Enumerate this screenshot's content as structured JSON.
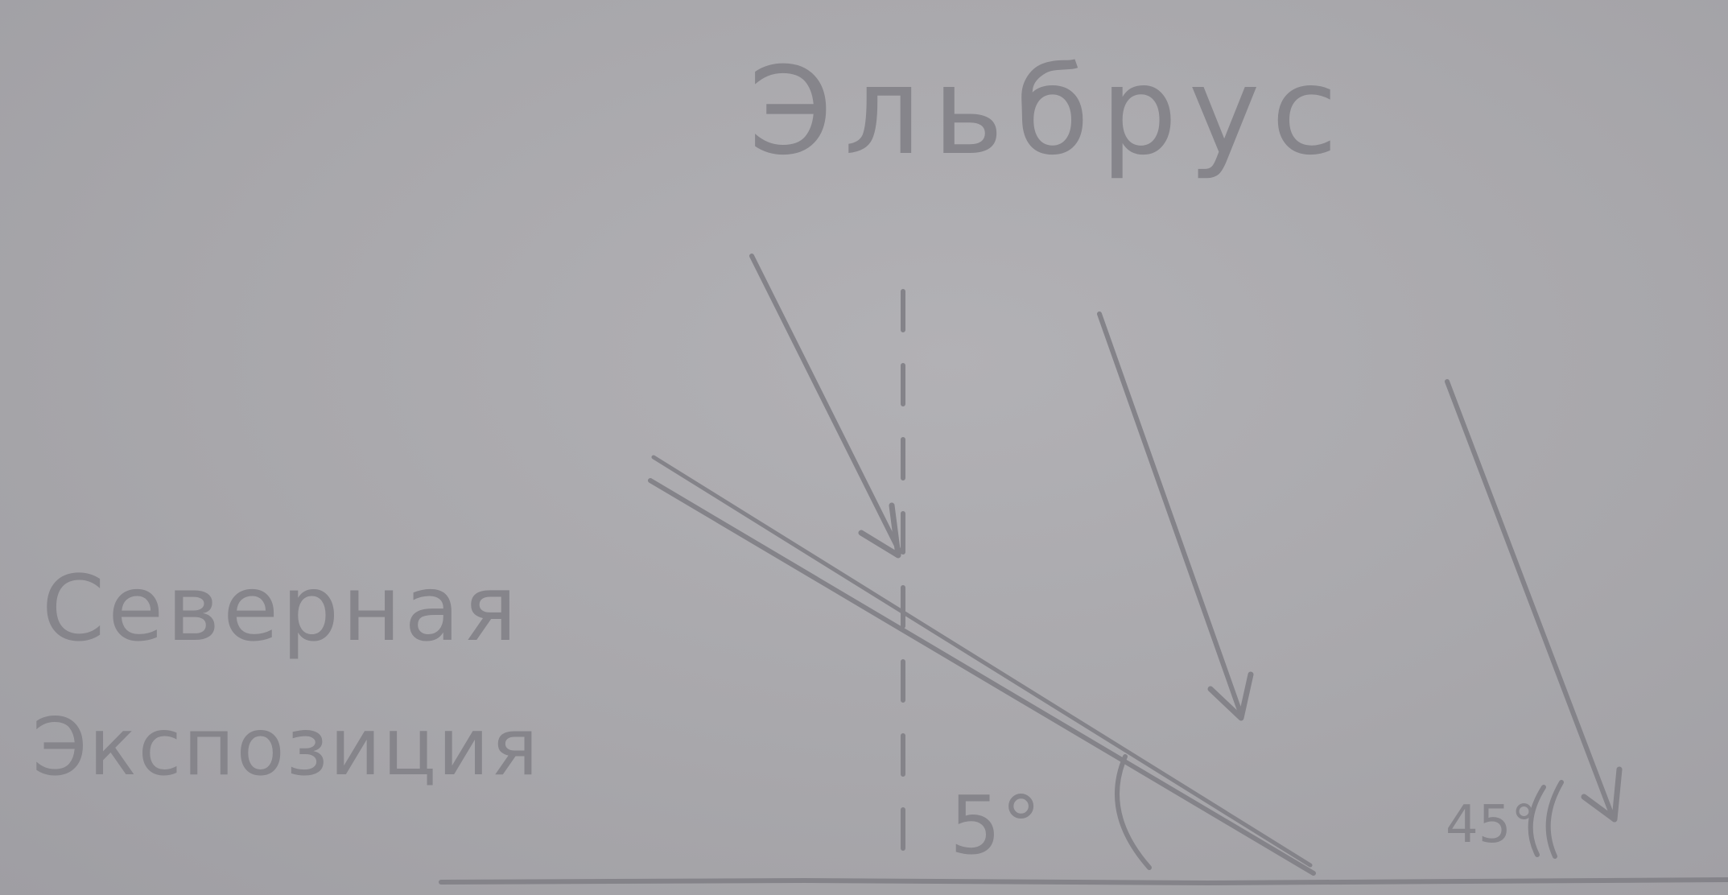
{
  "diagram": {
    "title": "Эльбрус",
    "slope_label_line1": "Северная",
    "slope_label_line2": "Экспозиция",
    "angle_slope": "5°",
    "angle_sun": "45°",
    "pencil_color": "#848389",
    "paper_color": "#a9a8ac"
  }
}
